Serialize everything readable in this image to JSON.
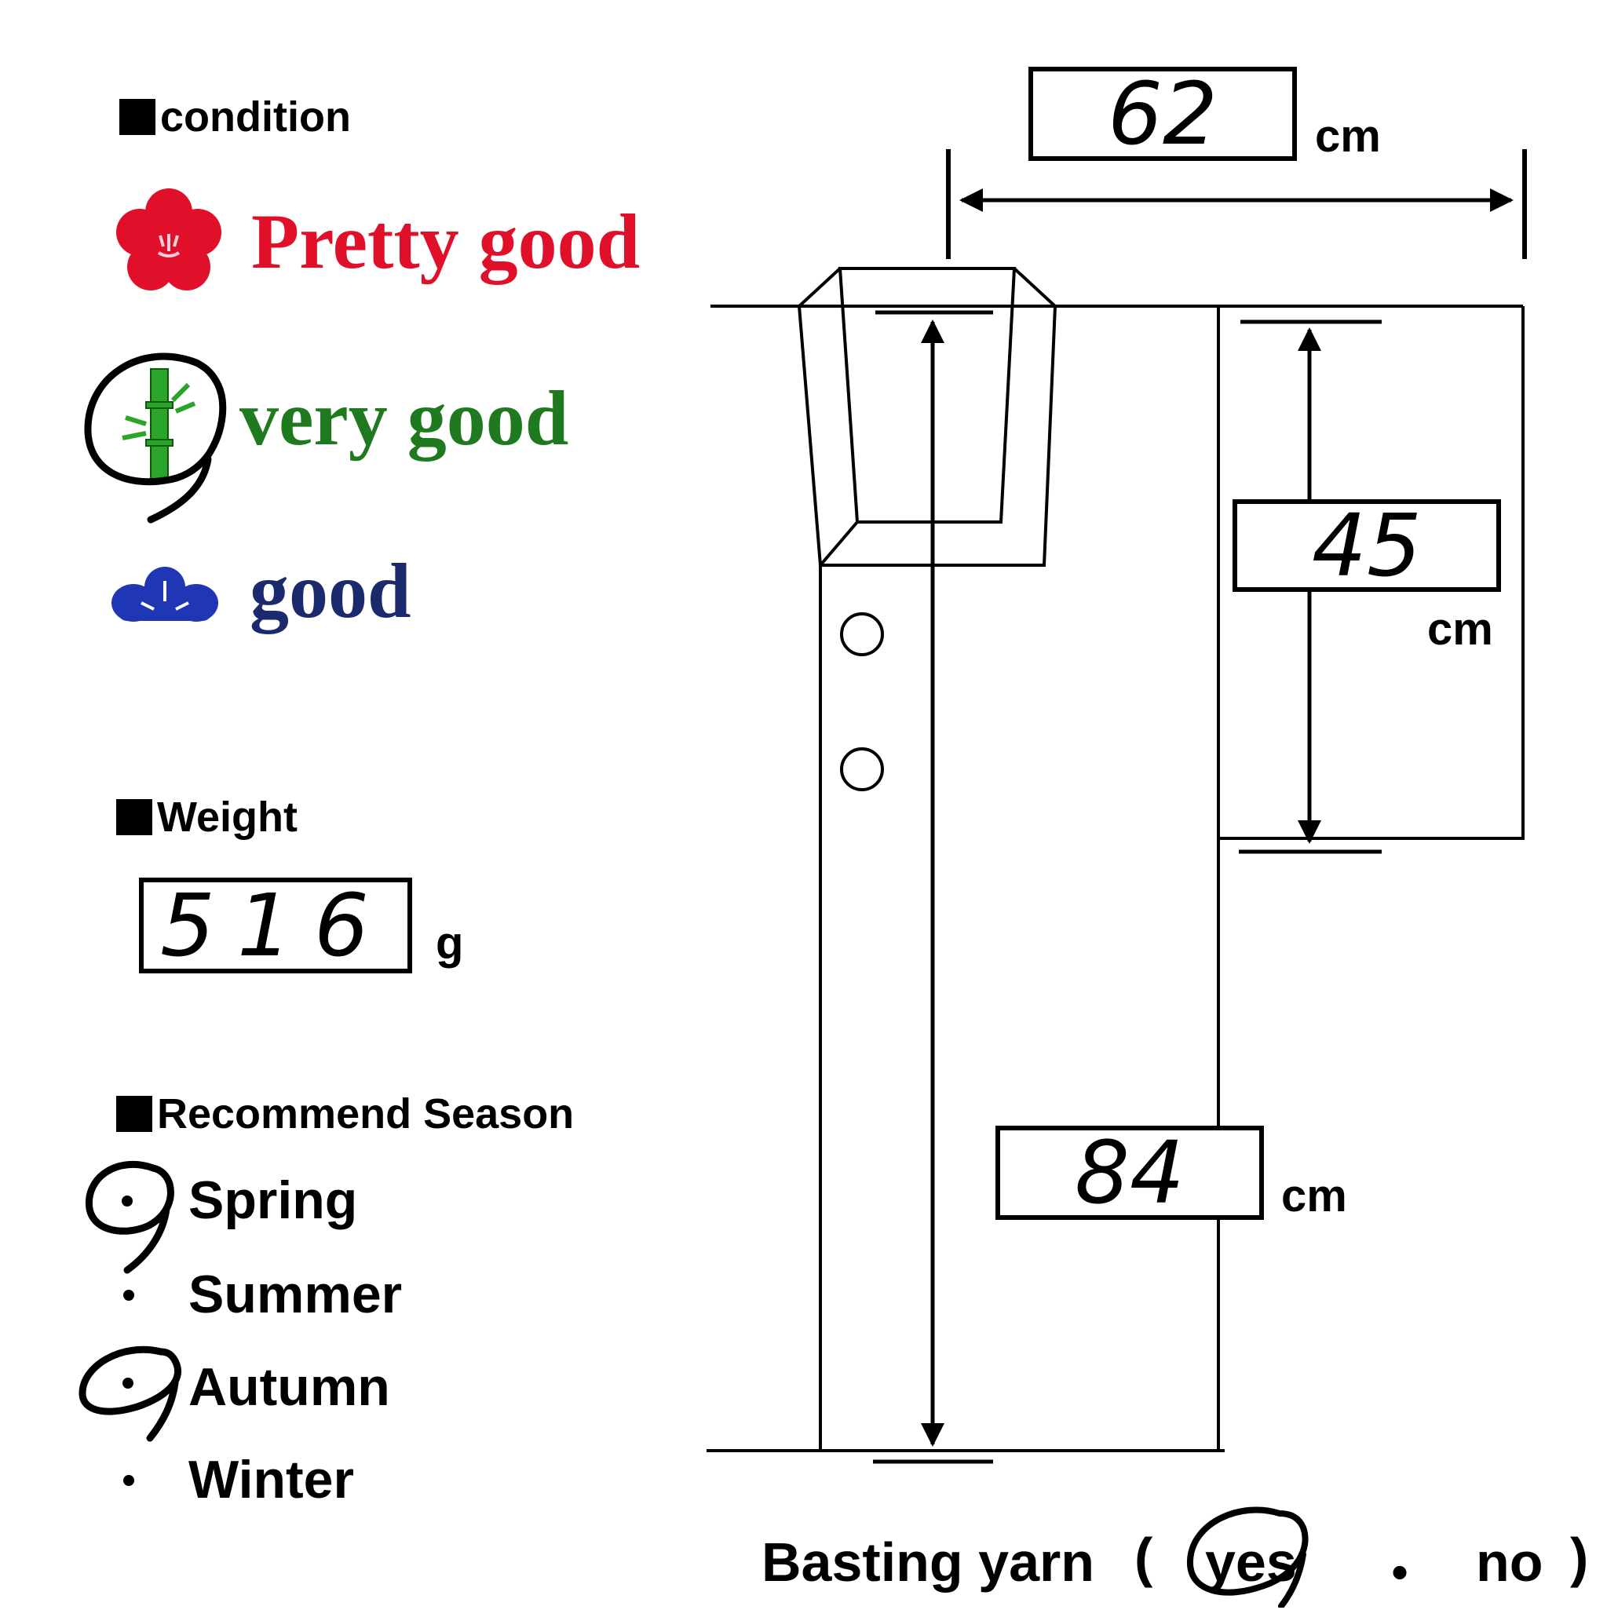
{
  "condition": {
    "heading": "condition",
    "grades": [
      {
        "label": "Pretty good",
        "color": "#e0102a",
        "icon": "plum-blossom-icon"
      },
      {
        "label": "very good",
        "color": "#1f7a1f",
        "icon": "bamboo-icon"
      },
      {
        "label": "good",
        "color": "#1a2a6c",
        "icon": "pine-icon"
      }
    ],
    "selected": "very good"
  },
  "weight": {
    "heading": "Weight",
    "value": "516",
    "unit": "g"
  },
  "season": {
    "heading": "Recommend Season",
    "options": [
      "Spring",
      "Summer",
      "Autumn",
      "Winter"
    ],
    "selected": [
      "Spring",
      "Autumn"
    ]
  },
  "measurements": {
    "width": {
      "value": "62",
      "unit": "cm"
    },
    "sleeve": {
      "value": "45",
      "unit": "cm"
    },
    "length": {
      "value": "84",
      "unit": "cm"
    }
  },
  "basting": {
    "label": "Basting yarn",
    "open": "(",
    "yes": "yes",
    "separator": "・",
    "no": "no",
    "close": ")",
    "selected": "yes"
  }
}
